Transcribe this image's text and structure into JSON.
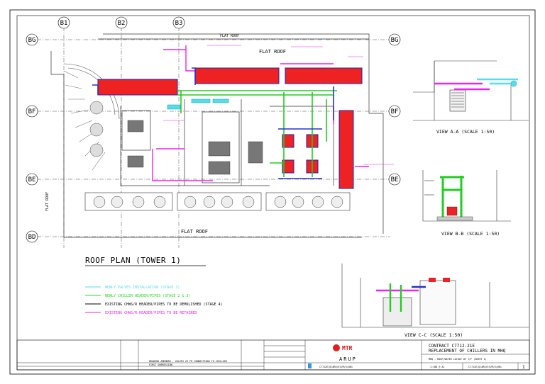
{
  "grid_labels": {
    "b1": "B1",
    "b2": "B2",
    "b3": "B3",
    "bg": "BG",
    "bf": "BF",
    "be": "BE",
    "bd": "BD"
  },
  "plan": {
    "flat_roof_top": "FLAT ROOF",
    "flat_roof_mid": "FLAT ROOF",
    "flat_roof_bottom": "FLAT ROOF",
    "flat_roof_left": "FLAT ROOF",
    "title": "ROOF PLAN (TOWER 1)"
  },
  "views": {
    "aa": "VIEW A-A (SCALE 1:50)",
    "bb": "VIEW B-B (SCALE 1:50)",
    "cc": "VIEW C-C (SCALE 1:50)"
  },
  "legend": [
    {
      "text": "NEWLY VALVES INSTALLATION (STAGE 1)",
      "color": "#55ddee"
    },
    {
      "text": "NEWLY CHILLER HEADER/PIPES (STAGE 2 & 3)",
      "color": "#22dd22"
    },
    {
      "text": "EXISTING CHWS/R HEADER/PIPES TO BE DEMOLISHED (STAGE 4)",
      "color": "#000000"
    },
    {
      "text": "EXISTING CHWS/R HEADER/PIPES TO BE RETAINED",
      "color": "#ee22ee"
    }
  ],
  "title_block": {
    "client_logo": "MTR",
    "consultant": "ARUP",
    "contract_line1": "CONTRACT C7712-21E",
    "contract_line2": "REPLACEMENT OF CHILLERS IN MHQ",
    "drawing_title": "MHQ - ROOF/WATER LAYOUT OF T/F (SHEET 1)",
    "scale": "1:100 @ A1",
    "drawing_no": "C7712E/Q/ARU/ES/M/5/001",
    "revision": "1",
    "rev_row_text": "DRAWING AMENDED - VALVES AT FR CONNECTIONS TO CHILLERS",
    "rev_row_text2": "FIRST SUBMISSION",
    "drawing_code": "C7712E/Q/ARU/ES/M/5/001"
  }
}
